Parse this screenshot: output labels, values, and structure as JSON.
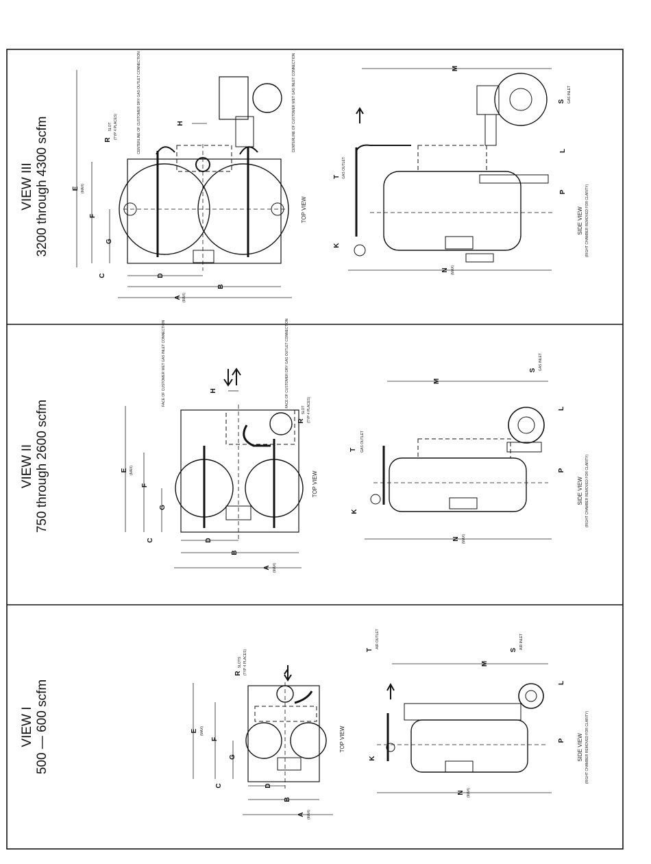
{
  "views": [
    {
      "title": "VIEW III",
      "range": "3200 through 4300 scfm"
    },
    {
      "title": "VIEW II",
      "range": "750 through 2600 scfm"
    },
    {
      "title": "VIEW I",
      "range": "500 — 600 scfm"
    }
  ],
  "labels": {
    "top_view": "TOP VIEW",
    "side_view": "SIDE VIEW",
    "right_chamber_removed": "(RIGHT CHAMBER REMOVED FOR CLARITY)",
    "max": "(MAX)",
    "slot": "SLOT",
    "typ_4_places": "(TYP 4 PLACES)",
    "slots": "SLOTS",
    "typ_4_places_2": "(TYP 4 PLACES)",
    "gas_inlet": "GAS INLET",
    "gas_outlet": "GAS OUTLET",
    "air_inlet": "AIR INLET",
    "air_outlet": "AIR OUTLET",
    "v3_note_a": "CENTERLINE OF CUSTOMER DRY GAS OUTLET CONNECTION",
    "v3_note_b": "CENTERLINE OF CUSTOMER WET GAS INLET CONNECTION",
    "v2_note_a": "FACE OF CUSTOMER WET GAS INLET CONNECTION",
    "v2_note_b": "FACE OF CUSTOMER DRY GAS OUTLET CONNECTION"
  },
  "dims": {
    "A": "A",
    "B": "B",
    "C": "C",
    "D": "D",
    "E": "E",
    "F": "F",
    "G": "G",
    "H": "H",
    "K": "K",
    "L": "L",
    "M": "M",
    "N": "N",
    "P": "P",
    "R": "R",
    "S": "S",
    "T": "T"
  }
}
